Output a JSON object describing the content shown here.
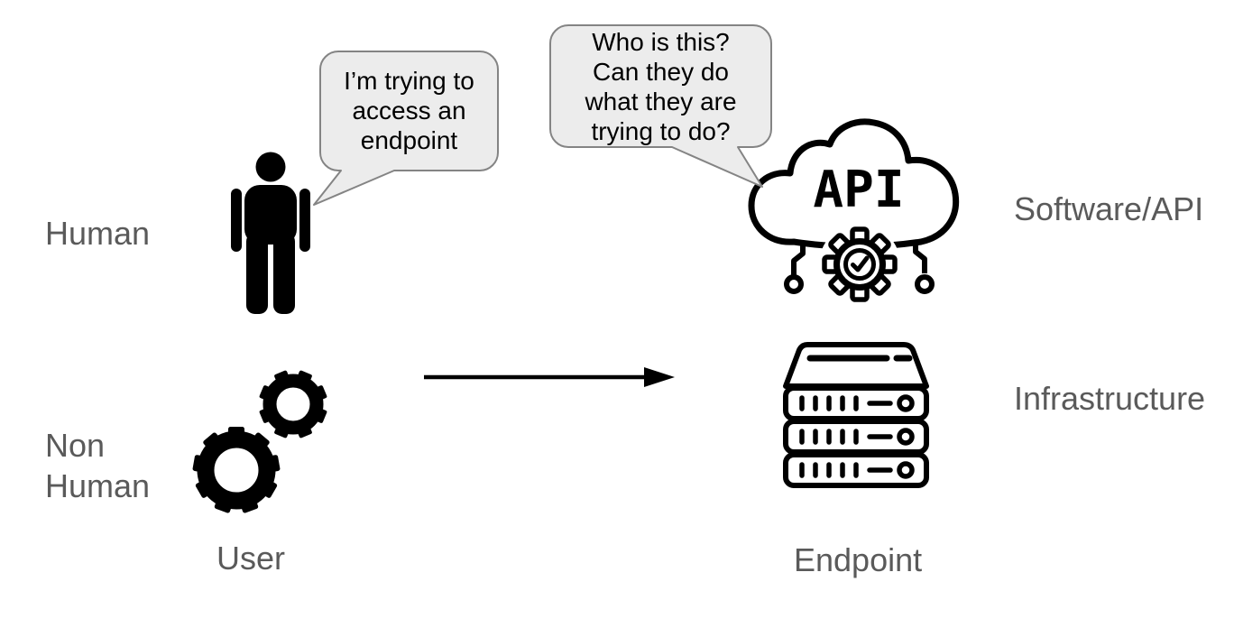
{
  "diagram": {
    "left_column": {
      "human_label": "Human",
      "non_human_label_line1": "Non",
      "non_human_label_line2": "Human",
      "user_label": "User",
      "user_bubble": {
        "lines": [
          "I’m trying to",
          "access an",
          "endpoint"
        ]
      }
    },
    "right_column": {
      "software_api_label": "Software/API",
      "infrastructure_label": "Infrastructure",
      "endpoint_label": "Endpoint",
      "api_bubble": {
        "lines": [
          "Who is this?",
          "Can they do",
          "what they are",
          "trying to do?"
        ]
      },
      "cloud_icon_text": "API"
    },
    "icons": {
      "person": "person-icon",
      "gears": "gears-icon",
      "cloud_api": "cloud-api-icon",
      "server_rack": "server-rack-icon",
      "arrow": "arrow-right-icon"
    },
    "colors": {
      "label_gray": "#5a5a5a",
      "bubble_fill": "#ececec",
      "bubble_border": "#848484",
      "icon_black": "#000000",
      "background": "#ffffff"
    }
  }
}
